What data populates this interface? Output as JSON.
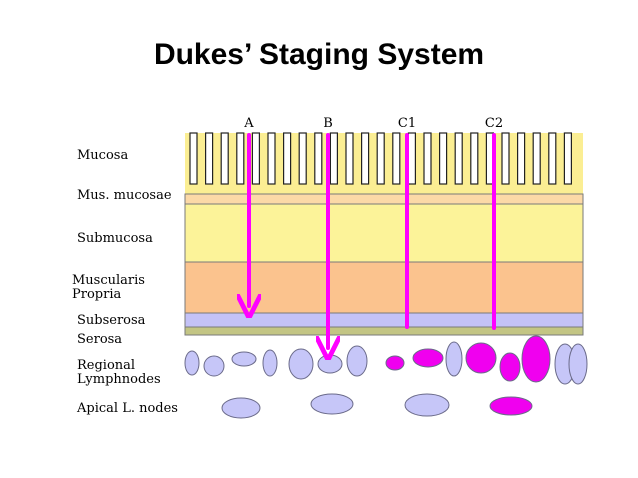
{
  "title": "Dukes’ Staging System",
  "stages": [
    "A",
    "B",
    "C1",
    "C2"
  ],
  "layers": {
    "mucosa": "Mucosa",
    "mus_mucosae": "Mus. mucosae",
    "submucosa": "Submucosa",
    "muscularis_line1": "Muscularis",
    "muscularis_line2": "Propria",
    "subserosa": "Subserosa",
    "serosa": "Serosa",
    "regional_line1": "Regional",
    "regional_line2": "Lymphnodes",
    "apical": "Apical L. nodes"
  },
  "colors": {
    "mucosa": "#fbee93",
    "mus_mucosae": "#fcd9a7",
    "submucosa": "#fcf399",
    "muscularis": "#fbc38e",
    "subserosa": "#c4c2f7",
    "serosa": "#c3c584",
    "node_normal": "#c6c6f8",
    "node_involved": "#f000ef",
    "arrow": "#ff00ff"
  }
}
